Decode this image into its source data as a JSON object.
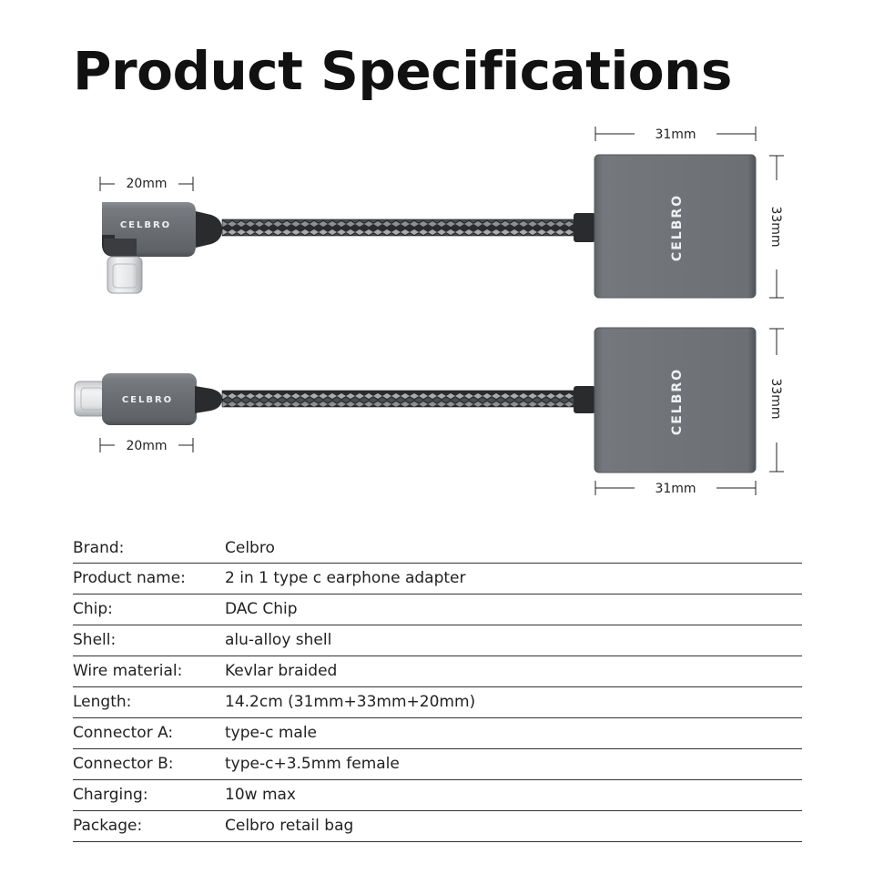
{
  "title": "Product Specifications",
  "brand_logo": "CELBRO",
  "dimensions": {
    "top_plug_width": "20mm",
    "top_box_width": "31mm",
    "top_box_height": "33mm",
    "bottom_plug_width": "20mm",
    "bottom_box_width": "31mm",
    "bottom_box_height": "33mm"
  },
  "specs": [
    {
      "key": "Brand:",
      "value": "Celbro"
    },
    {
      "key": "Product name:",
      "value": "2 in 1 type c earphone adapter"
    },
    {
      "key": "Chip:",
      "value": "DAC Chip"
    },
    {
      "key": "Shell:",
      "value": "alu-alloy shell"
    },
    {
      "key": "Wire material:",
      "value": "Kevlar braided"
    },
    {
      "key": "Length:",
      "value": "14.2cm (31mm+33mm+20mm)"
    },
    {
      "key": "Connector A:",
      "value": "type-c male"
    },
    {
      "key": "Connector B:",
      "value": "type-c+3.5mm female"
    },
    {
      "key": "Charging:",
      "value": "10w max"
    },
    {
      "key": "Package:",
      "value": "Celbro retail bag"
    }
  ],
  "colors": {
    "aluminum": "#6d7175",
    "braid_dark": "#2a2b2d",
    "braid_light": "#a9abae",
    "divider": "#333333"
  }
}
